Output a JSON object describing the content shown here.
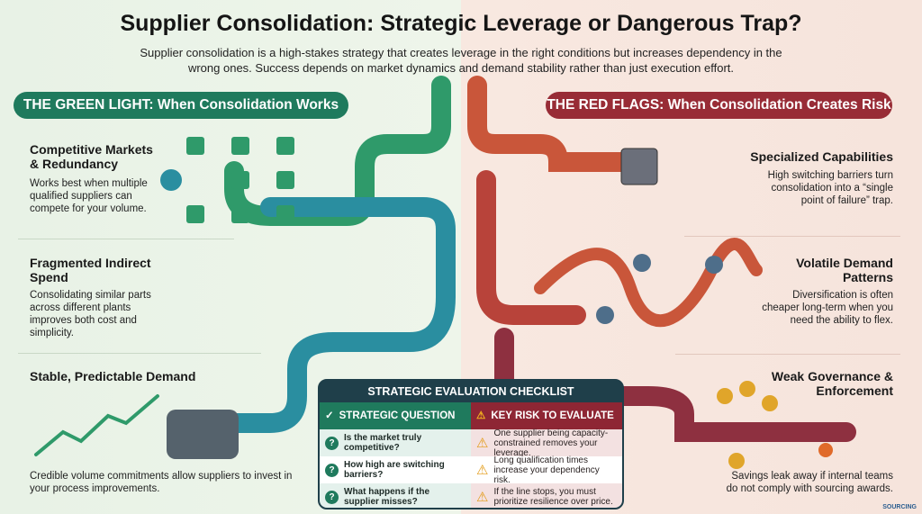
{
  "title": "Supplier Consolidation: Strategic Leverage or Dangerous Trap?",
  "subtitle": "Supplier consolidation is a high-stakes strategy that creates leverage in the right conditions but increases dependency in the wrong ones. Success depends on market dynamics and demand stability rather than just execution effort.",
  "left": {
    "header": "THE GREEN LIGHT: When Consolidation Works",
    "sections": [
      {
        "title": "Competitive Markets & Redundancy",
        "text": "Works best when multiple qualified suppliers can compete for your volume."
      },
      {
        "title": "Fragmented Indirect Spend",
        "text": "Consolidating similar parts across different plants improves both cost and simplicity."
      },
      {
        "title": "Stable, Predictable Demand",
        "text": "Credible volume commitments allow suppliers to invest in your process improvements."
      }
    ]
  },
  "right": {
    "header": "THE RED FLAGS: When Consolidation Creates Risk",
    "sections": [
      {
        "title": "Specialized Capabilities",
        "text": "High switching barriers turn consolidation into a “single point of failure” trap."
      },
      {
        "title": "Volatile Demand Patterns",
        "text": "Diversification is often cheaper long-term when you need the ability to flex."
      },
      {
        "title": "Weak Governance & Enforcement",
        "text": "Savings leak away if internal teams do not comply with sourcing awards."
      }
    ]
  },
  "checklist": {
    "title": "STRATEGIC EVALUATION CHECKLIST",
    "col_question": "STRATEGIC QUESTION",
    "col_risk": "KEY RISK TO EVALUATE",
    "rows": [
      {
        "q": "Is the market truly competitive?",
        "r": "One supplier being capacity-constrained removes your leverage."
      },
      {
        "q": "How high are switching barriers?",
        "r": "Long qualification times increase your dependency risk."
      },
      {
        "q": "What happens if the supplier misses?",
        "r": "If the line stops, you must prioritize resilience over price."
      }
    ]
  },
  "logo": "SOURCING",
  "colors": {
    "green": "#1f7a5d",
    "red": "#982c36",
    "navy": "#1f3f4a"
  }
}
